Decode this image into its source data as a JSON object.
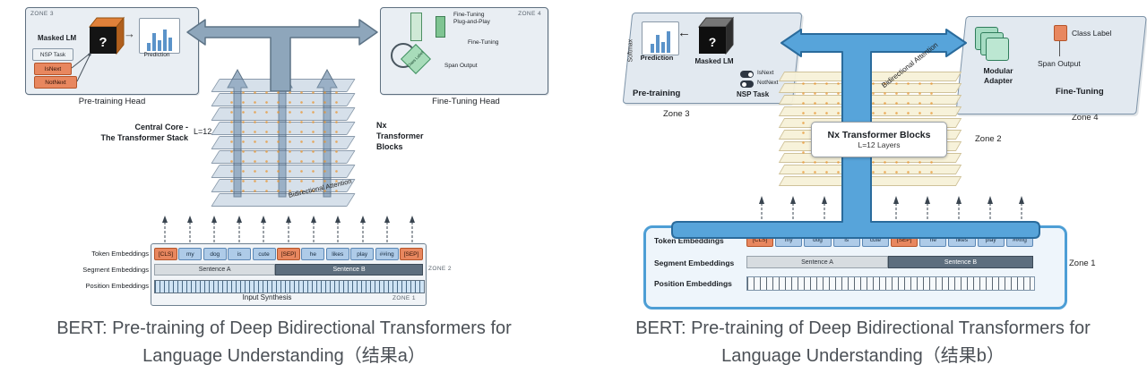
{
  "left_figure": {
    "zone3": {
      "tag": "ZONE 3",
      "masked_lm": "Masked LM",
      "cube_glyph": "?",
      "flow_arrow": "→",
      "prediction": "Prediction",
      "nsp_task": "NSP Task",
      "is_next": "IsNext",
      "not_next": "NotNext",
      "head_caption": "Pre-training Head"
    },
    "zone4": {
      "tag": "ZONE 4",
      "plug_and_play": "Fine-Tuning\nPlug-and-Play",
      "fine_tuning": "Fine-Tuning",
      "class_label": "Class Label",
      "span_output": "Span Output",
      "head_caption": "Fine-Tuning Head"
    },
    "core": {
      "left_label": "Central Core -\nThe Transformer Stack",
      "depth": "L=12",
      "right_label": "Nx\nTransformer\nBlocks",
      "attention": "Bidirectional Attention"
    },
    "embeddings": {
      "token_label": "Token Embeddings",
      "segment_label": "Segment Embeddings",
      "position_label": "Position Embeddings",
      "tokens": [
        "[CLS]",
        "my",
        "dog",
        "is",
        "cute",
        "[SEP]",
        "he",
        "likes",
        "play",
        "##ing",
        "[SEP]"
      ],
      "sentence_a": "Sentence A",
      "sentence_b": "Sentence B",
      "input_synthesis": "Input Synthesis",
      "zone1_tag": "ZONE 1",
      "zone2_tag": "ZONE 2"
    },
    "caption_line1": "BERT: Pre-training of Deep Bidirectional Transformers for",
    "caption_line2": "Language Understanding（结果a）"
  },
  "right_figure": {
    "zone3": {
      "softmax": "Softmax",
      "prediction": "Prediction",
      "flow_arrow": "←",
      "masked_lm": "Masked LM",
      "cube_glyph": "?",
      "is_next": "IsNext",
      "not_next": "NotNext",
      "nsp_task": "NSP Task",
      "pretraining": "Pre-training",
      "zone_tag": "Zone 3"
    },
    "zone4": {
      "modular_adapter": "Modular\nAdapter",
      "class_label": "Class Label",
      "span_output": "Span Output",
      "fine_tuning": "Fine-Tuning",
      "zone_tag": "Zone 4"
    },
    "core": {
      "title": "Nx Transformer Blocks",
      "subtitle": "L=12 Layers",
      "attention": "Bidirectional Attention",
      "zone_tag": "Zone 2"
    },
    "embeddings": {
      "token_label": "Token Embeddings",
      "segment_label": "Segment Embeddings",
      "position_label": "Position Embeddings",
      "tokens": [
        "[CLS]",
        "my",
        "dog",
        "is",
        "cute",
        "[SEP]",
        "he",
        "likes",
        "play",
        "##ing"
      ],
      "sentence_a": "Sentence A",
      "sentence_b": "Sentence B",
      "zone_tag": "Zone 1"
    },
    "caption_line1": "BERT: Pre-training of Deep Bidirectional Transformers for",
    "caption_line2": "Language Understanding（结果b）"
  },
  "colors": {
    "token_blue": "#aecbe8",
    "token_orange": "#e8875f",
    "arrow_gray": "#8ea6bb",
    "arrow_blue": "#57a4da",
    "panel_gray": "#e2e9f0",
    "box_border_blue": "#4d9ed5",
    "adapter_green": "#a6dcc3",
    "diamond_green": "#a8dcba",
    "cube_orange": "#e0813a"
  }
}
